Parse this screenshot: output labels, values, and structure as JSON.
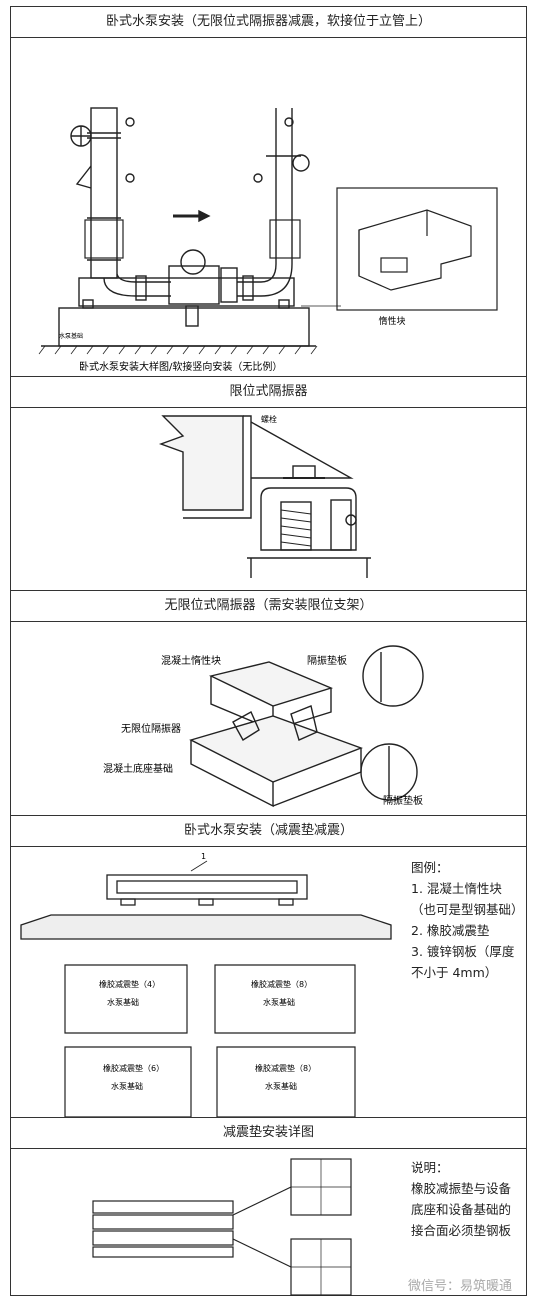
{
  "sections": [
    {
      "title": "卧式水泵安装（无限位式隔振器减震，软接位于立管上）",
      "caption": "卧式水泵安装大样图/软接竖向安装（无比例）",
      "inset_label": "惰性块",
      "base_note": "水泵基础"
    },
    {
      "title": "限位式隔振器",
      "bolt_label": "螺栓"
    },
    {
      "title": "无限位式隔振器（需安装限位支架）",
      "labels": {
        "inertia": "混凝土惰性块",
        "pad_top": "隔振垫板",
        "isolator": "无限位隔振器",
        "base": "混凝土底座基础",
        "pad_bottom": "隔振垫板"
      }
    },
    {
      "title": "卧式水泵安装（减震垫减震）",
      "marker1": "1",
      "legend_title": "图例：",
      "legend_items": [
        "1. 混凝土惰性块（也可是型钢基础）",
        "2. 橡胶减震垫",
        "3. 镀锌钢板（厚度不小于 4mm）"
      ],
      "plans": [
        {
          "pad": "橡胶减震垫（4）",
          "base": "水泵基础"
        },
        {
          "pad": "橡胶减震垫（8）",
          "base": "水泵基础"
        },
        {
          "pad": "橡胶减震垫（6）",
          "base": "水泵基础"
        },
        {
          "pad": "橡胶减震垫（8）",
          "base": "水泵基础"
        }
      ]
    },
    {
      "title": "减震垫安装详图",
      "note_title": "说明：",
      "note_text": "橡胶减振垫与设备底座和设备基础的接合面必须垫钢板"
    }
  ],
  "watermark": "微信号：易筑暖通"
}
